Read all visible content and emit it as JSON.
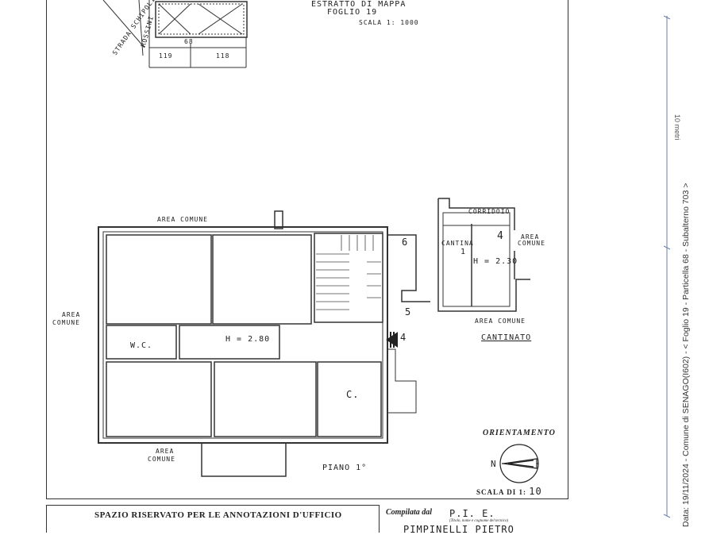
{
  "header": {
    "map_extract": "ESTRATTO DI MAPPA",
    "sheet": "FOGLIO 19",
    "scale": "SCALA 1: 1000",
    "street_1": "STRADA SCHIPOLI",
    "street_2": "ROSSINI",
    "parcel_119": "119",
    "parcel_118": "118",
    "parcel_68": "68"
  },
  "floor_plan": {
    "area_top": "AREA COMUNE",
    "area_left_1": "AREA",
    "area_left_2": "COMUNE",
    "area_bottom_1": "AREA",
    "area_bottom_2": "COMUNE",
    "wc": "W.C.",
    "height": "H = 2.80",
    "kitchen": "C.",
    "level": "PIANO 1°",
    "num_6": "6",
    "num_5": "5",
    "num_4": "4"
  },
  "basement": {
    "corridor": "CORRIDOIO",
    "cellar": "CANTINA",
    "cellar_num": "1",
    "num_4": "4",
    "height": "H = 2.30",
    "area_right_1": "AREA",
    "area_right_2": "COMUNE",
    "area_bottom": "AREA COMUNE",
    "label": "CANTINATO"
  },
  "orientation": {
    "title": "ORIENTAMENTO",
    "north": "N"
  },
  "footer": {
    "scale_label": "SCALA DI 1:",
    "scale_value": "10",
    "office_title": "SPAZIO RISERVATO PER LE ANNOTAZIONI D'UFFICIO",
    "compiled_by": "Compilata dal",
    "compiled_name": "P.I. E.",
    "compiled_note": "(Titolo, nome e cognome del tecnico)",
    "signer": "PIMPINELLI PIETRO"
  },
  "side_panel": {
    "ruler_label": "10 metri",
    "caption": "Data: 19/11/2024 - Comune di SENAGO(I602) - < Foglio 19 - Particella 68 - Subalterno 703 >"
  }
}
